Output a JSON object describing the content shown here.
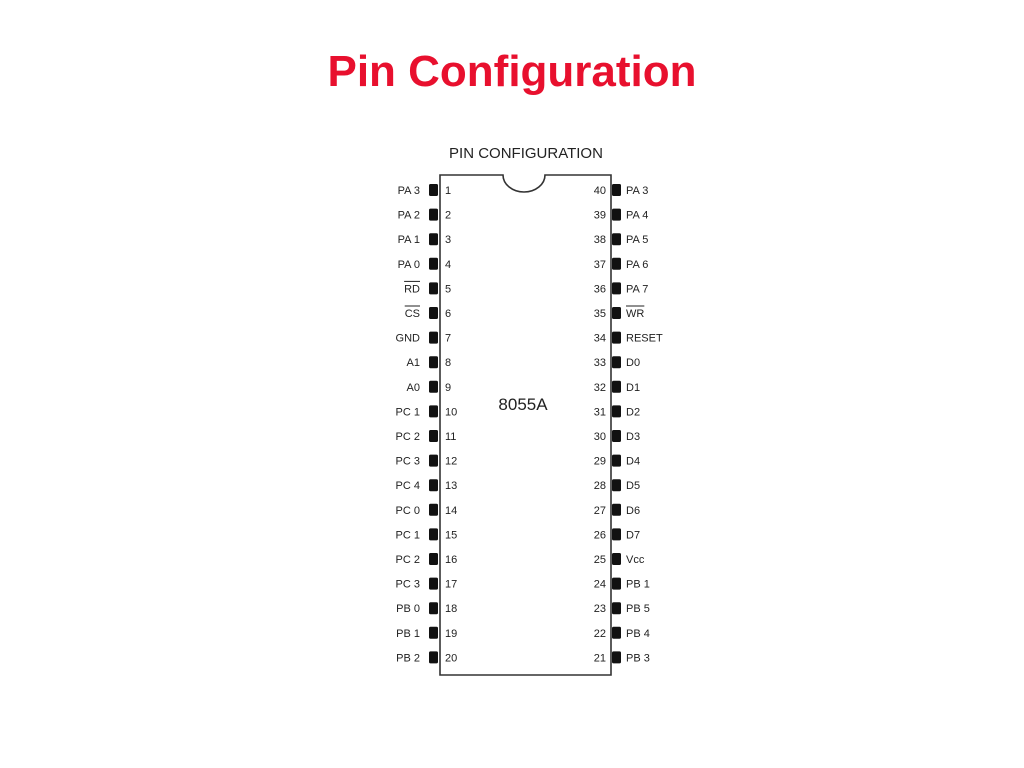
{
  "slide": {
    "title": "Pin Configuration"
  },
  "diagram": {
    "heading": "PIN CONFIGURATION",
    "chip_name": "8055A",
    "left_pins": [
      {
        "num": "1",
        "label": "PA 3",
        "overbar": false
      },
      {
        "num": "2",
        "label": "PA 2",
        "overbar": false
      },
      {
        "num": "3",
        "label": "PA 1",
        "overbar": false
      },
      {
        "num": "4",
        "label": "PA 0",
        "overbar": false
      },
      {
        "num": "5",
        "label": "RD",
        "overbar": true
      },
      {
        "num": "6",
        "label": "CS",
        "overbar": true
      },
      {
        "num": "7",
        "label": "GND",
        "overbar": false
      },
      {
        "num": "8",
        "label": "A1",
        "overbar": false
      },
      {
        "num": "9",
        "label": "A0",
        "overbar": false
      },
      {
        "num": "10",
        "label": "PC 1",
        "overbar": false
      },
      {
        "num": "11",
        "label": "PC 2",
        "overbar": false
      },
      {
        "num": "12",
        "label": "PC 3",
        "overbar": false
      },
      {
        "num": "13",
        "label": "PC 4",
        "overbar": false
      },
      {
        "num": "14",
        "label": "PC 0",
        "overbar": false
      },
      {
        "num": "15",
        "label": "PC 1",
        "overbar": false
      },
      {
        "num": "16",
        "label": "PC 2",
        "overbar": false
      },
      {
        "num": "17",
        "label": "PC 3",
        "overbar": false
      },
      {
        "num": "18",
        "label": "PB 0",
        "overbar": false
      },
      {
        "num": "19",
        "label": "PB 1",
        "overbar": false
      },
      {
        "num": "20",
        "label": "PB 2",
        "overbar": false
      }
    ],
    "right_pins": [
      {
        "num": "40",
        "label": "PA 3",
        "overbar": false
      },
      {
        "num": "39",
        "label": "PA 4",
        "overbar": false
      },
      {
        "num": "38",
        "label": "PA 5",
        "overbar": false
      },
      {
        "num": "37",
        "label": "PA 6",
        "overbar": false
      },
      {
        "num": "36",
        "label": "PA 7",
        "overbar": false
      },
      {
        "num": "35",
        "label": "WR",
        "overbar": true
      },
      {
        "num": "34",
        "label": "RESET",
        "overbar": false
      },
      {
        "num": "33",
        "label": "D0",
        "overbar": false
      },
      {
        "num": "32",
        "label": "D1",
        "overbar": false
      },
      {
        "num": "31",
        "label": "D2",
        "overbar": false
      },
      {
        "num": "30",
        "label": "D3",
        "overbar": false
      },
      {
        "num": "29",
        "label": "D4",
        "overbar": false
      },
      {
        "num": "28",
        "label": "D5",
        "overbar": false
      },
      {
        "num": "27",
        "label": "D6",
        "overbar": false
      },
      {
        "num": "26",
        "label": "D7",
        "overbar": false
      },
      {
        "num": "25",
        "label": "Vcc",
        "overbar": false
      },
      {
        "num": "24",
        "label": "PB 1",
        "overbar": false
      },
      {
        "num": "23",
        "label": "PB 5",
        "overbar": false
      },
      {
        "num": "22",
        "label": "PB 4",
        "overbar": false
      },
      {
        "num": "21",
        "label": "PB 3",
        "overbar": false
      }
    ]
  },
  "colors": {
    "title": "#e8102e",
    "ink": "#222222",
    "pin": "#111111"
  }
}
